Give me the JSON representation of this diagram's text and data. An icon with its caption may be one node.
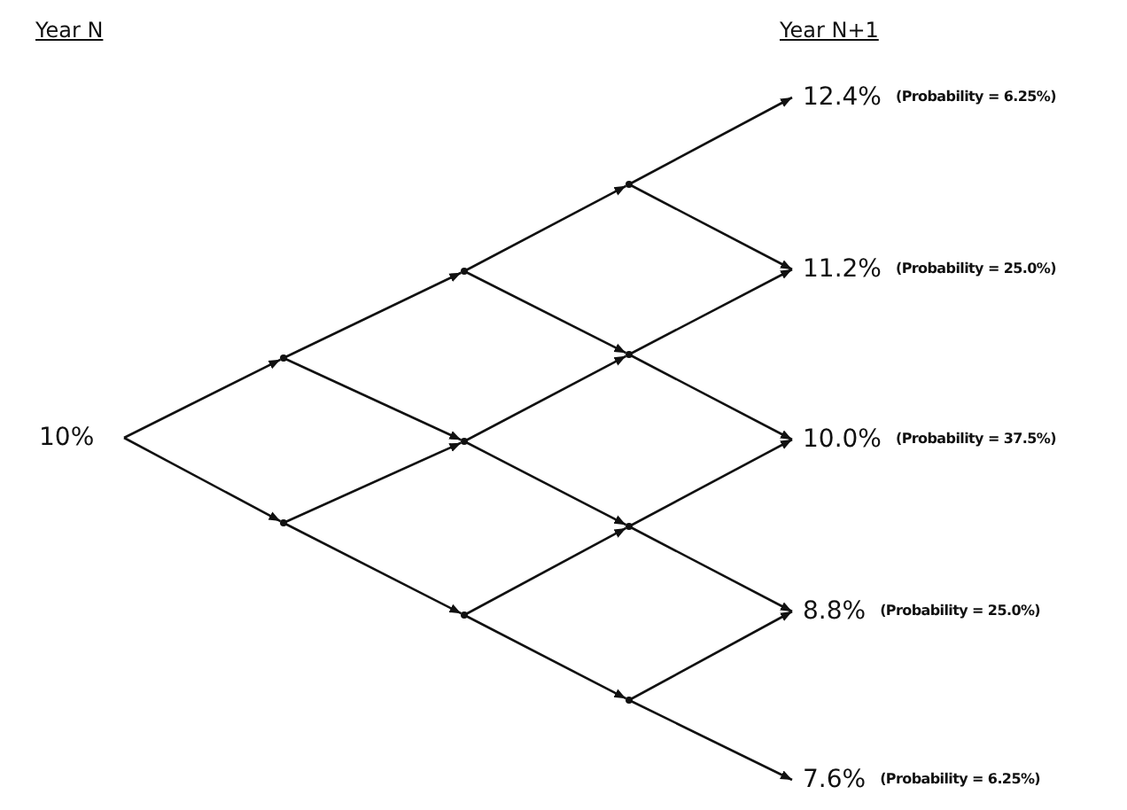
{
  "diagram": {
    "nodes": [
      {
        "text": [
          "10%"
        ]
      },
      {
        "text": [],
        "shape": "point"
      },
      {
        "text": [],
        "shape": "point"
      },
      {
        "text": [],
        "shape": "point"
      },
      {
        "text": [],
        "shape": "point"
      },
      {
        "text": [],
        "shape": "point"
      },
      {
        "text": [],
        "shape": "point"
      },
      {
        "text": [],
        "shape": "point"
      },
      {
        "text": [],
        "shape": "point"
      },
      {
        "text": [],
        "shape": "point"
      },
      {
        "text": [
          "12.4%"
        ],
        "beside": [
          "(Probability = 6.25%)"
        ]
      },
      {
        "text": [
          "11.2%"
        ],
        "beside": [
          "(Probability = 25.0%)"
        ]
      },
      {
        "text": [
          "10.0%"
        ],
        "beside": [
          "(Probability = 37.5%)"
        ]
      },
      {
        "text": [
          "8.8%"
        ],
        "beside": [
          "(Probability = 25.0%)"
        ]
      },
      {
        "text": [
          "7.6%"
        ],
        "beside": [
          "(Probability = 6.25%)"
        ]
      }
    ],
    "edges": [
      {
        "from": 0,
        "to": 1,
        "arrow": "to"
      },
      {
        "from": 0,
        "to": 2,
        "arrow": "to"
      },
      {
        "from": 1,
        "to": 3,
        "arrow": "to"
      },
      {
        "from": 1,
        "to": 4,
        "arrow": "to"
      },
      {
        "from": 2,
        "to": 4,
        "arrow": "to"
      },
      {
        "from": 2,
        "to": 5,
        "arrow": "to"
      },
      {
        "from": 3,
        "to": 6,
        "arrow": "to"
      },
      {
        "from": 3,
        "to": 7,
        "arrow": "to"
      },
      {
        "from": 4,
        "to": 7,
        "arrow": "to"
      },
      {
        "from": 4,
        "to": 8,
        "arrow": "to"
      },
      {
        "from": 5,
        "to": 8,
        "arrow": "to"
      },
      {
        "from": 5,
        "to": 9,
        "arrow": "to"
      },
      {
        "from": 6,
        "to": 10,
        "arrow": "to"
      },
      {
        "from": 6,
        "to": 11,
        "arrow": "to"
      },
      {
        "from": 7,
        "to": 11,
        "arrow": "to"
      },
      {
        "from": 7,
        "to": 12,
        "arrow": "to"
      },
      {
        "from": 8,
        "to": 12,
        "arrow": "to"
      },
      {
        "from": 8,
        "to": 13,
        "arrow": "to"
      },
      {
        "from": 9,
        "to": 13,
        "arrow": "to"
      },
      {
        "from": 9,
        "to": 14,
        "arrow": "to"
      }
    ],
    "labels": [
      "Year N",
      "Year N+1"
    ]
  }
}
